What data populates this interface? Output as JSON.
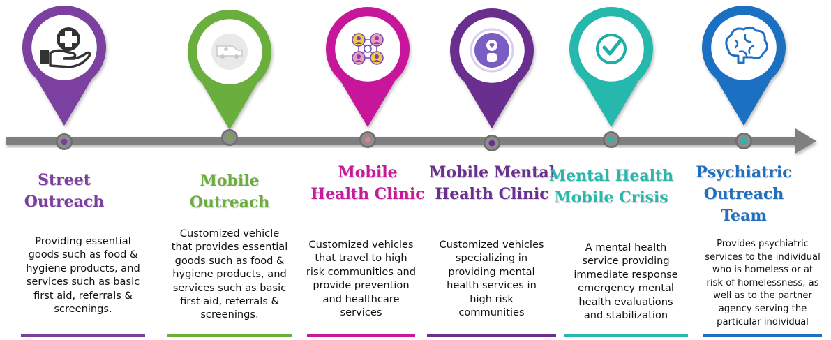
{
  "stages": [
    {
      "title": "Street\nOutreach",
      "description": "Providing essential\ngoods such as food &\nhygiene products, and\nservices such as basic\nfirst aid, referrals &\nscreenings.",
      "color": "#7b3fa0",
      "dot_color": "#7b3fa0",
      "icon": "hand-medical-cross-icon"
    },
    {
      "title": "Mobile\nOutreach",
      "description": "Customized vehicle\nthat provides essential\ngoods such as food &\nhygiene products, and\nservices such as basic\nfirst aid, referrals &\nscreenings.",
      "color": "#6aae3c",
      "dot_color": "#6aae3c",
      "icon": "ambulance-van-icon"
    },
    {
      "title": "Mobile\nHealth Clinic",
      "description": "Customized vehicles\nthat travel to high\nrisk communities and\nprovide prevention\nand healthcare\nservices",
      "color": "#c8199b",
      "dot_color": "#f07a84",
      "icon": "connected-people-icon"
    },
    {
      "title": "Mobile Mental\nHealth Clinic",
      "description": "Customized vehicles\nspecializing in\nproviding mental\nhealth services in\nhigh risk\ncommunities",
      "color": "#6b2f8f",
      "dot_color": "#6b2f8f",
      "icon": "person-heart-icon"
    },
    {
      "title": "Mental Health\nMobile Crisis",
      "description": "A mental health\nservice providing\nimmediate response\nemergency mental\nhealth evaluations\nand stabilization",
      "color": "#27b7ad",
      "dot_color": "#27b7ad",
      "icon": "check-badge-icon"
    },
    {
      "title": "Psychiatric\nOutreach\nTeam",
      "description": "Provides psychiatric\nservices to the individual\nwho is homeless or at\nrisk of homelessness, as\nwell as to the partner\nagency serving the\nparticular individual",
      "color": "#1e6fc2",
      "dot_color": "#27b7ad",
      "icon": "brain-icon"
    }
  ],
  "arrow_color": "#7f7f7f"
}
